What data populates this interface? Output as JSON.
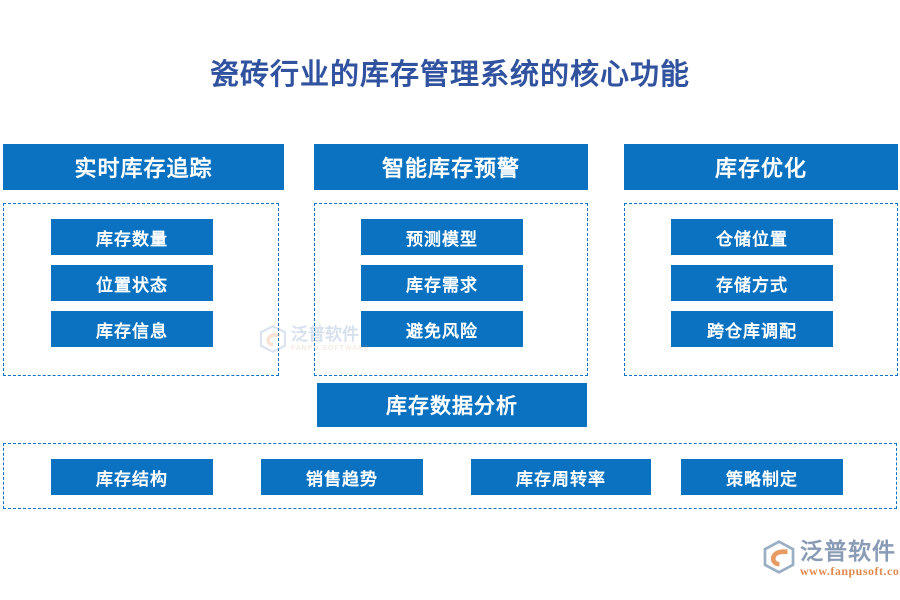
{
  "page": {
    "title": "瓷砖行业的库存管理系统的核心功能",
    "accent_color": "#0a72c0",
    "title_color": "#31539f",
    "background_color": "#ffffff"
  },
  "columns": [
    {
      "header": "实时库存追踪",
      "items": [
        "库存数量",
        "位置状态",
        "库存信息"
      ]
    },
    {
      "header": "智能库存预警",
      "items": [
        "预测模型",
        "库存需求",
        "避免风险"
      ]
    },
    {
      "header": "库存优化",
      "items": [
        "仓储位置",
        "存储方式",
        "跨仓库调配"
      ]
    }
  ],
  "bottom": {
    "header": "库存数据分析",
    "items": [
      "库存结构",
      "销售趋势",
      "库存周转率",
      "策略制定"
    ]
  },
  "watermark": {
    "cn": "泛普软件",
    "en": "FANPU SOFTWARE"
  },
  "logo": {
    "cn": "泛普软件",
    "url": "www.fanpusoft.com"
  }
}
